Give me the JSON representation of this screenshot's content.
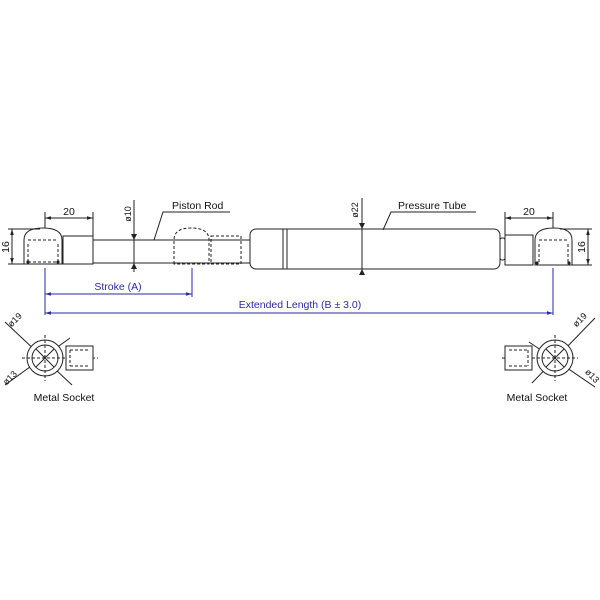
{
  "drawing": {
    "labels": {
      "piston_rod": "Piston Rod",
      "pressure_tube": "Pressure Tube",
      "stroke": "Stroke (A)",
      "extended_length": "Extended Length (B ± 3.0)",
      "socket_left": "Metal Socket",
      "socket_right": "Metal Socket"
    },
    "dimensions": {
      "end_length_left": "20",
      "end_length_right": "20",
      "end_height_left": "16",
      "end_height_right": "16",
      "rod_diameter": "ø10",
      "tube_diameter": "ø22",
      "socket_outer_left": "ø19",
      "socket_inner_left": "ø13",
      "socket_outer_right": "ø19",
      "socket_inner_right": "ø13"
    },
    "colors": {
      "line": "#222222",
      "dimension_blue": "#2a2aa8"
    }
  }
}
